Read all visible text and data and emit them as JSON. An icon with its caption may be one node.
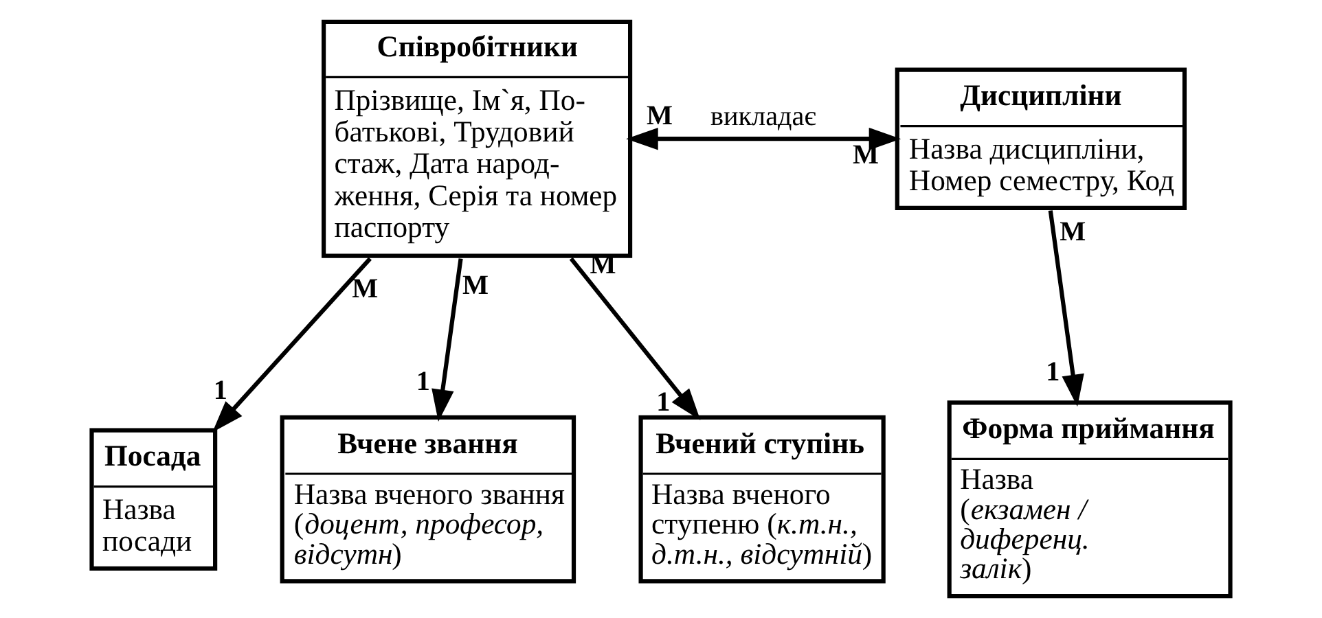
{
  "diagram": {
    "nodes": [
      {
        "text": [
          "Співробітники",
          "Прізвище, Ім`я, По-батькові, Трудовий стаж, Дата народ-ження, Серія та номер паспорту"
        ]
      },
      {
        "text": [
          "Дисципліни",
          "Назва дисципліни, Номер семестру, Код"
        ]
      },
      {
        "text": [
          "Посада",
          "Назва посади"
        ]
      },
      {
        "text": [
          "Вчене звання",
          "Назва вченого звання (*доцент, професор, відсутн*)"
        ]
      },
      {
        "text": [
          "Вчений ступінь",
          "Назва вченого ступеню (*к.т.н., д.т.н., відсутній*)"
        ]
      },
      {
        "text": [
          "Форма приймання",
          "Назва (*екзамен / диференц. залік*)"
        ]
      }
    ],
    "edges": [
      {
        "from": 0,
        "to": 1,
        "arrow": "both",
        "label": "викладає"
      },
      {
        "from": 0,
        "to": 2,
        "arrow": "to"
      },
      {
        "from": 0,
        "to": 3,
        "arrow": "to"
      },
      {
        "from": 0,
        "to": 4,
        "arrow": "to"
      },
      {
        "from": 1,
        "to": 5,
        "arrow": "to"
      }
    ],
    "labels": [
      "M",
      "M",
      "M",
      "M",
      "1",
      "M",
      "M",
      "1",
      "1",
      "1"
    ]
  }
}
